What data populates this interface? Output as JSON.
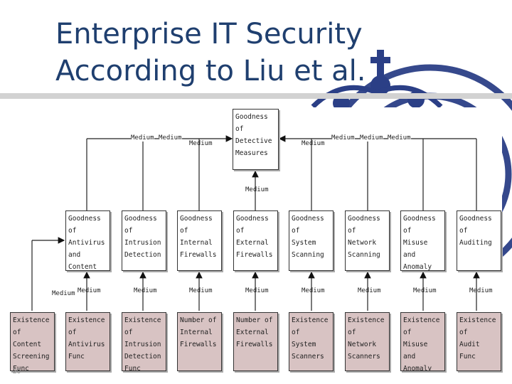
{
  "slide": {
    "title_line1": "Enterprise IT Security",
    "title_line2": "According to Liu et al.",
    "page_number": "20"
  },
  "diagram": {
    "top_node": "Goodness of\nDetective\nMeasures",
    "goodness_nodes": [
      "Goodness of\nAntivirus\nand Content\nScreening",
      "Goodness of\nIntrusion\nDetection",
      "Goodness of\nInternal\nFirewalls",
      "Goodness of\nExternal\nFirewalls",
      "Goodness of\nSystem\nScanning",
      "Goodness of\nNetwork\nScanning",
      "Goodness of\nMisuse and\nAnomaly\nDetection",
      "Goodness of\nAuditing"
    ],
    "existence_nodes": [
      "Existence of\nContent\nScreening\nFunc",
      "Existence of\nAntivirus\nFunc",
      "Existence of\nIntrusion\nDetection\nFunc",
      "Number of\nInternal\nFirewalls",
      "Number of\nExternal\nFirewalls",
      "Existence of\nSystem\nScanners",
      "Existence of\nNetwork\nScanners",
      "Existence of\nMisuse and\nAnomaly\nDetectors",
      "Existence of\nAudit Func"
    ],
    "weight_label": "Medium"
  },
  "colors": {
    "title": "#1f3f6f",
    "existence_fill": "#d8c3c3",
    "seal": "#2b3f86"
  }
}
